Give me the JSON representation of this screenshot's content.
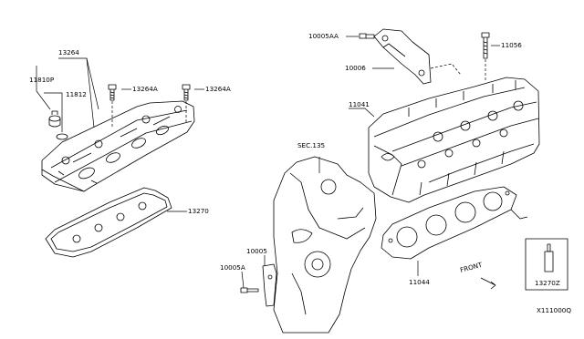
{
  "labels": {
    "cover_assy": "13264",
    "seal_cap": "11810P",
    "o_ring": "11812",
    "bolt_a1": "13264A",
    "bolt_a2": "13264A",
    "cover_gasket": "13270",
    "bolt_aa": "10005AA",
    "bracket": "10006",
    "stud_bolt": "11056",
    "cylinder_head": "11041",
    "sec_ref": "SEC.135",
    "bracket_small": "10005",
    "bolt_a": "10005A",
    "head_gasket": "11044",
    "front": "FRONT",
    "sealant": "13270Z",
    "diagram_code": "X111000Q"
  }
}
